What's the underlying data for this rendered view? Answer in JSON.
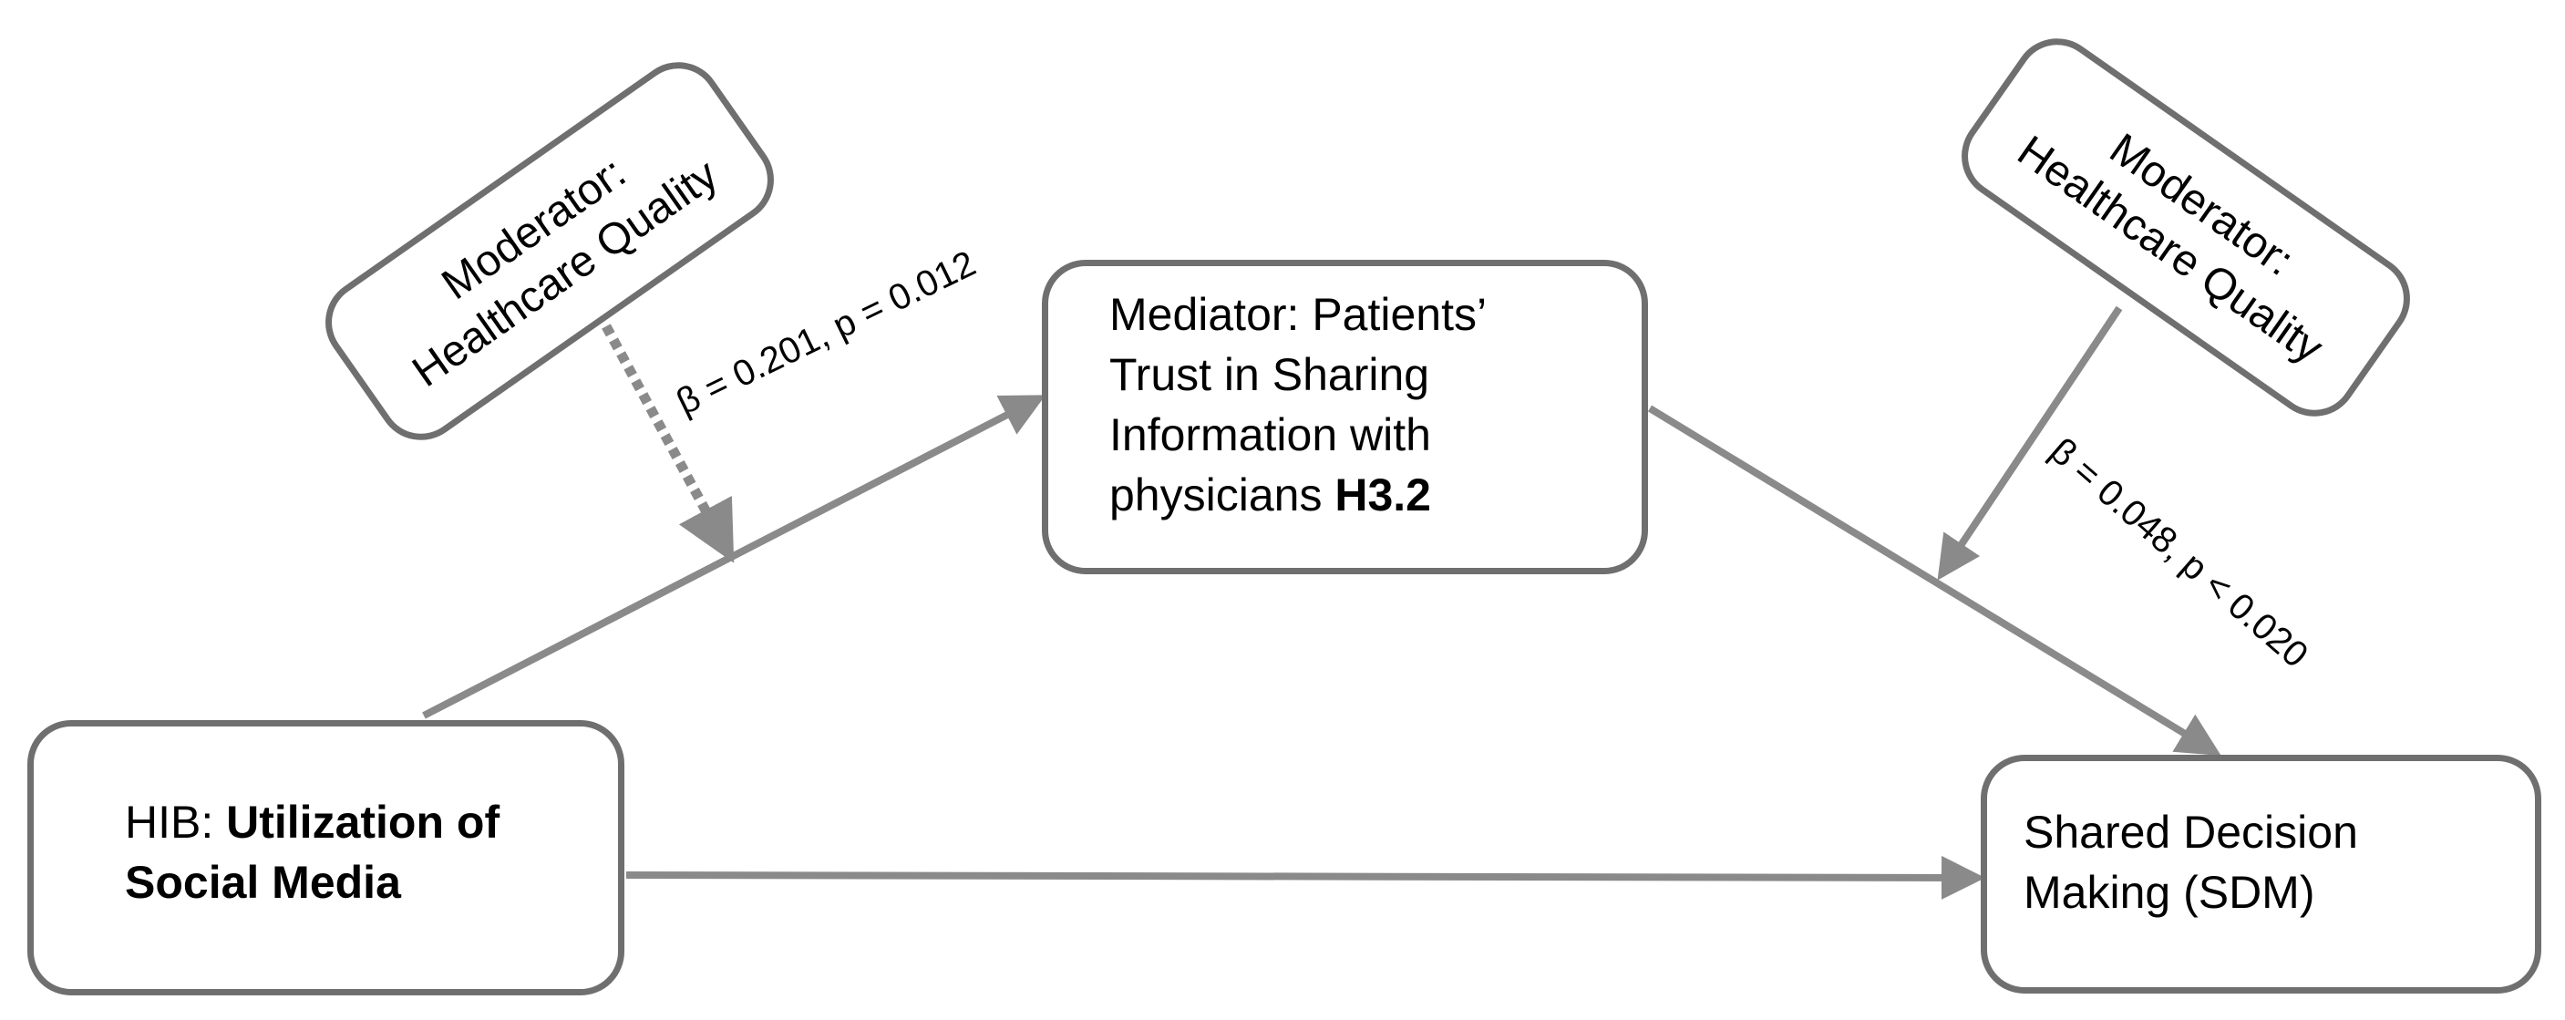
{
  "moderator_left": {
    "line1": "Moderator:",
    "line2": "Healthcare Quality"
  },
  "moderator_right": {
    "line1": "Moderator:",
    "line2": "Healthcare Quality"
  },
  "coef_left": "β = 0.201, p = 0.012",
  "coef_right": "β = 0.048, p < 0.020",
  "mediator": {
    "line1": "Mediator: Patients’",
    "line2": "Trust in Sharing",
    "line3": "Information with",
    "line4_prefix": "physicians ",
    "line4_bold": "H3.2"
  },
  "hib": {
    "prefix": "HIB: ",
    "bold_line1": "Utilization of",
    "bold_line2": "Social Media"
  },
  "sdm": {
    "line1": "Shared Decision",
    "line2": "Making (SDM)"
  },
  "colors": {
    "box_border": "#6f6f6f",
    "arrow": "#8a8a8a",
    "text": "#000000",
    "background": "#ffffff"
  }
}
